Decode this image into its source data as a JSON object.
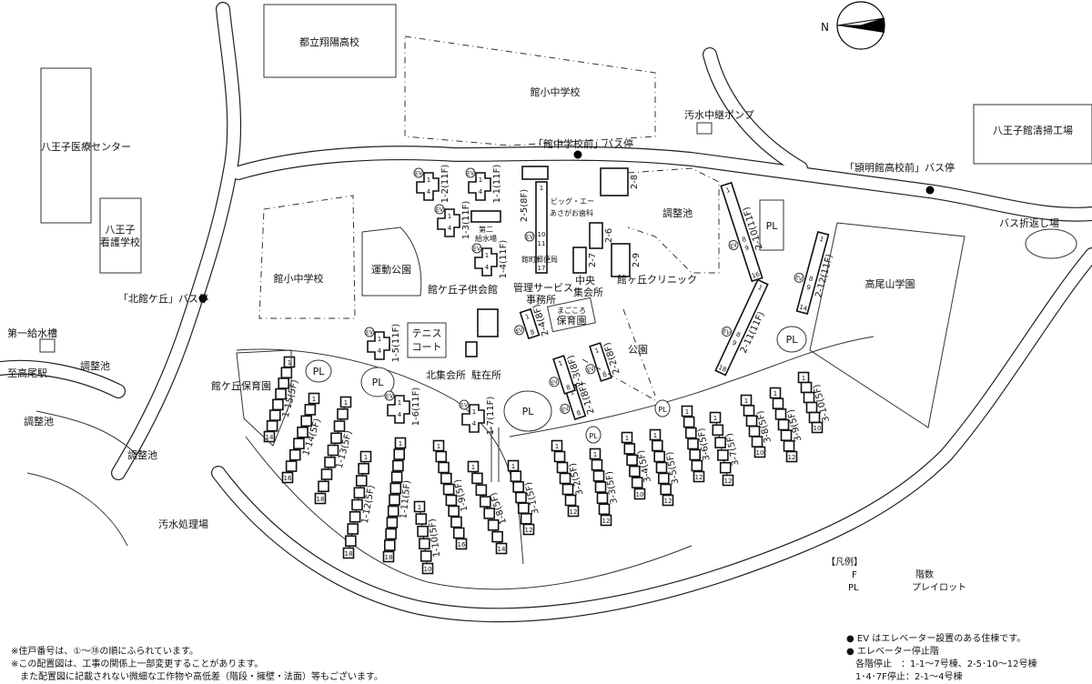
{
  "compass": {
    "label": "N"
  },
  "places": {
    "toritsu_shoyo": "都立翔陽高校",
    "tate_school_top": "館小中学校",
    "hachioji_medical": "八王子医療センター",
    "hachioji_nursing": "八王子\n看護学校",
    "hachioji_nursing_l1": "八王子",
    "hachioji_nursing_l2": "看護学校",
    "seiso_kojo": "八王子館清掃工場",
    "osui_pump": "汚水中継ポンプ",
    "bus_tatechu": "「館中学校前」バス停",
    "bus_raimeikan": "「頴明館高校前」バス停",
    "bus_kitatate": "「北館ケ丘」バス停",
    "bus_turnaround": "バス折返し場",
    "tate_school_left": "館小中学校",
    "undo_koen": "運動公園",
    "kodomo_kaikan": "館ケ丘子供会館",
    "tennis_l1": "テニス",
    "tennis_l2": "コート",
    "kita_shukaijo": "北集会所",
    "chuzaisho": "駐在所",
    "daini_kyusui_l1": "第二",
    "daini_kyusui_l2": "給水場",
    "big_a": "ビッグ・エー",
    "asaga_dental": "あさがお歯科",
    "post_office": "館町郵便局",
    "kanri_l1": "管理サービス",
    "kanri_l2": "事務所",
    "chuo_l1": "中央",
    "chuo_l2": "集会所",
    "clinic": "館ヶ丘クリニック",
    "magokoro_l1": "まごころ",
    "magokoro_l2": "保育園",
    "koen": "公園",
    "chouseichi_center": "調整池",
    "takaosan_gakuen": "高尾山学園",
    "daiichi_kyusuiso": "第一給水槽",
    "to_takao": "至高尾駅",
    "chouseichi_1": "調整池",
    "chouseichi_2": "調整池",
    "chouseichi_3": "調整池",
    "osui_shori": "汚水処理場",
    "hoikuen": "館ケ丘保育園",
    "pl": "PL",
    "ev": "EV"
  },
  "towers": [
    {
      "id": "1-1(11F)",
      "first": "1",
      "last": "4"
    },
    {
      "id": "1-2(11F)",
      "first": "1",
      "last": "4"
    },
    {
      "id": "1-3(11F)",
      "first": "1",
      "last": "4"
    },
    {
      "id": "1-4(11F)",
      "first": "1",
      "last": "4"
    },
    {
      "id": "1-5(11F)",
      "first": "1",
      "last": "4"
    },
    {
      "id": "1-6(11F)",
      "first": "1",
      "last": "4"
    },
    {
      "id": "1-7(11F)",
      "first": "1",
      "last": "4"
    }
  ],
  "slabs": [
    {
      "id": "2-1(8F)",
      "first": "1",
      "last": "8"
    },
    {
      "id": "2-2(8F)",
      "first": "1",
      "last": "8"
    },
    {
      "id": "2-3(8F)",
      "first": "1",
      "last": "8"
    },
    {
      "id": "2-4(8F)",
      "first": "1",
      "last": "8"
    },
    {
      "id": "2-5(8F)",
      "first": "1",
      "mid1": "10",
      "mid2": "11",
      "last": "17"
    },
    {
      "id": "2-10(11F)",
      "first": "1",
      "mid1": "8",
      "mid2": "9",
      "last": "16"
    },
    {
      "id": "2-11(11F)",
      "first": "1",
      "mid1": "8",
      "mid2": "9",
      "last": "18"
    },
    {
      "id": "2-12(11F)",
      "first": "1",
      "mid1": "8",
      "mid2": "9",
      "last": "14"
    }
  ],
  "small_buildings": [
    "2-6",
    "2-7",
    "2-8",
    "2-9"
  ],
  "rows": [
    {
      "id": "1-8(5F)",
      "first": "1",
      "last": "14"
    },
    {
      "id": "1-9(5F)",
      "first": "1",
      "last": "16"
    },
    {
      "id": "1-10(5F)",
      "first": "1",
      "last": "10"
    },
    {
      "id": "1-11(5F)",
      "first": "1",
      "last": "18"
    },
    {
      "id": "1-12(5F)",
      "first": "1",
      "last": "18"
    },
    {
      "id": "1-13(5F)",
      "first": "1",
      "last": "18"
    },
    {
      "id": "1-14(5F)",
      "first": "1",
      "last": "16"
    },
    {
      "id": "1-15(5F)",
      "first": "1",
      "last": "14"
    },
    {
      "id": "3-1(5F)",
      "first": "1",
      "last": "12"
    },
    {
      "id": "3-2(5F)",
      "first": "1",
      "last": "12"
    },
    {
      "id": "3-3(5F)",
      "first": "1",
      "last": "12"
    },
    {
      "id": "3-4(5F)",
      "first": "1",
      "last": "10"
    },
    {
      "id": "3-5(5F)",
      "first": "1",
      "last": "12"
    },
    {
      "id": "3-6(5F)",
      "first": "1",
      "last": "12"
    },
    {
      "id": "3-7(5F)",
      "first": "1",
      "last": "12"
    },
    {
      "id": "3-8(5F)",
      "first": "1",
      "last": "10"
    },
    {
      "id": "3-9(5F)",
      "first": "1",
      "last": "12"
    },
    {
      "id": "3-10(5F)",
      "first": "1",
      "last": "10"
    }
  ],
  "legend": {
    "title": "【凡例】",
    "items": [
      {
        "key": "F",
        "value": "階数"
      },
      {
        "key": "PL",
        "value": "プレイロット"
      }
    ]
  },
  "notes_left": [
    "※住戸番号は、①～⑱の順にふられています。",
    "※この配置図は、工事の関係上一部変更することがあります。",
    "　また配置図に記載されない微細な工作物や高低差（階段・擁壁・法面）等もございます。"
  ],
  "notes_right": [
    "● EV はエレベーター設置のある住棟です。",
    "● エレベーター停止階",
    "　各階停止　：1-1～7号棟、2-5･10～12号棟",
    "　1･4･7F停止：2-1～4号棟"
  ]
}
